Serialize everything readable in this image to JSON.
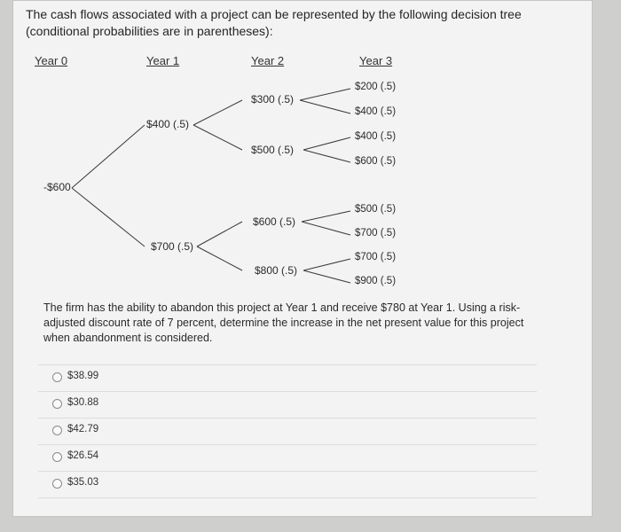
{
  "question": {
    "intro_line1": "The cash flows associated with a project can be represented by the following decision tree",
    "intro_line2": "(conditional probabilities are in parentheses):",
    "text": "The firm has the ability to abandon this project at Year 1 and receive $780 at Year 1. Using a risk-adjusted discount rate of 7 percent, determine the increase in the net present value for this project when abandonment is considered."
  },
  "tree": {
    "headers": {
      "year0": "Year 0",
      "year1": "Year 1",
      "year2": "Year 2",
      "year3": "Year 3"
    },
    "year0": "-$600",
    "year1": [
      "$400 (.5)",
      "$700 (.5)"
    ],
    "year2": [
      "$300 (.5)",
      "$500 (.5)",
      "$600 (.5)",
      "$800 (.5)"
    ],
    "year3": [
      "$200 (.5)",
      "$400 (.5)",
      "$400 (.5)",
      "$600 (.5)",
      "$500 (.5)",
      "$700 (.5)",
      "$700 (.5)",
      "$900 (.5)"
    ]
  },
  "answers": [
    "$38.99",
    "$30.88",
    "$42.79",
    "$26.54",
    "$35.03"
  ]
}
